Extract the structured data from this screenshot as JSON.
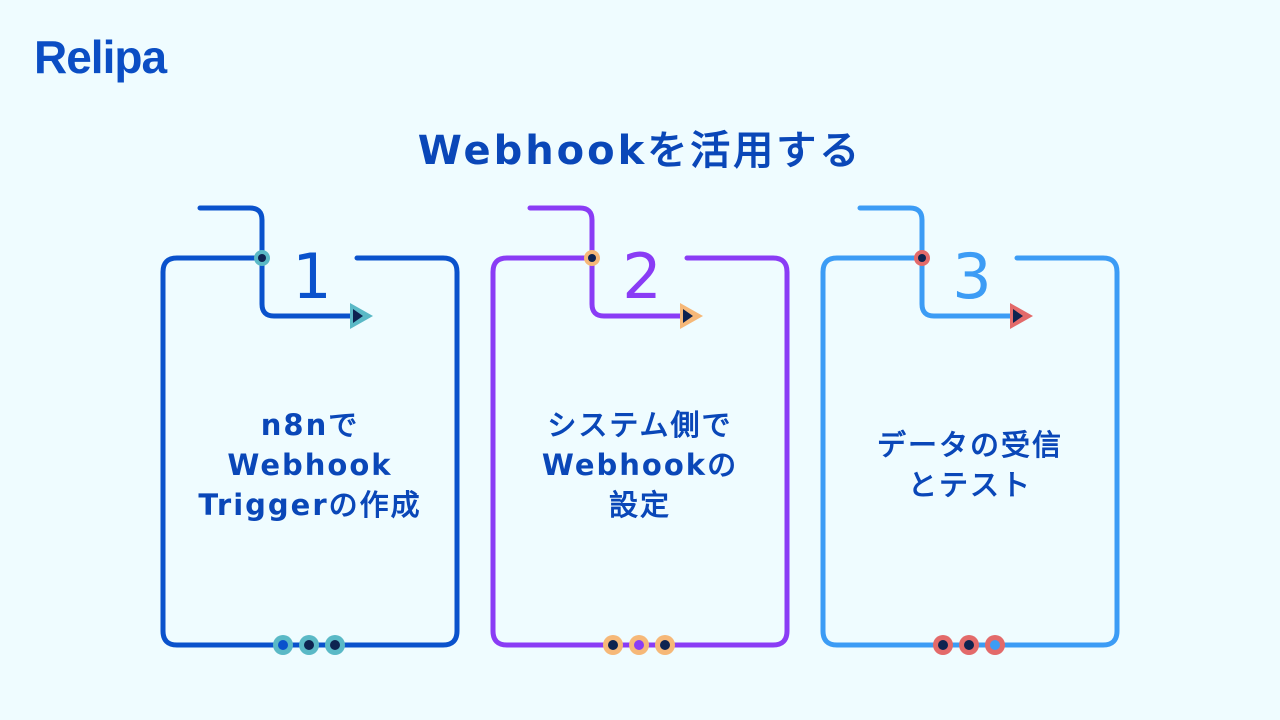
{
  "logo": "Relipa",
  "title": "Webhookを活用する",
  "steps": [
    {
      "number": "1",
      "lines": [
        "n8nで",
        "Webhook",
        "Triggerの作成"
      ],
      "line_color": "#0a52cc",
      "accent_color": "#5ab9c6",
      "inner_dots": [
        "#0a52cc",
        "#0d2350",
        "#0d2350"
      ]
    },
    {
      "number": "2",
      "lines": [
        "システム側で",
        "Webhookの",
        "設定"
      ],
      "line_color": "#8a3cf5",
      "accent_color": "#f6b878",
      "inner_dots": [
        "#0d2350",
        "#8a3cf5",
        "#0d2350"
      ]
    },
    {
      "number": "3",
      "lines": [
        "データの受信",
        "とテスト"
      ],
      "line_color": "#3c9cf5",
      "accent_color": "#e36a6a",
      "inner_dots": [
        "#0d2350",
        "#0d2350",
        "#3c9cf5"
      ]
    }
  ]
}
